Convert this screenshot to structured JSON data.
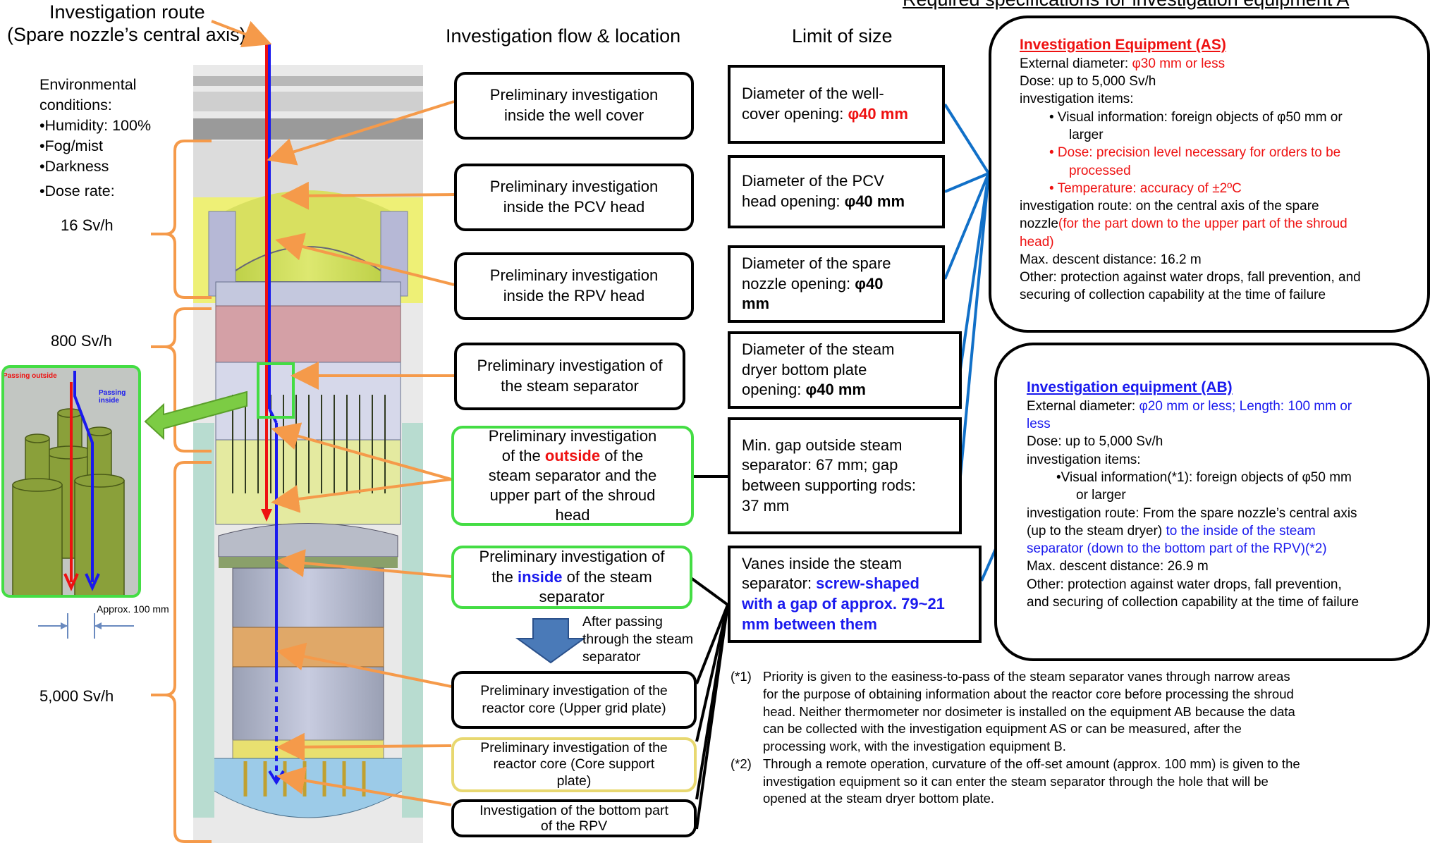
{
  "header": {
    "route_title": "Investigation route",
    "route_subtitle": "(Spare nozzle’s central axis)",
    "flow_title": "Investigation flow & location",
    "limit_title": "Limit of size",
    "spec_title": "Required specifications for investigation equipment A"
  },
  "environment": {
    "heading1": "Environmental",
    "heading2": "conditions:",
    "items": [
      "•Humidity: 100%",
      "•Fog/mist",
      "•Darkness",
      "•Dose rate:"
    ],
    "dose_levels": [
      "16 Sv/h",
      "800 Sv/h",
      "5,000 Sv/h"
    ]
  },
  "inset": {
    "passing_outside": "Passing outside",
    "passing_inside": "Passing inside",
    "approx": "Approx. 100 mm"
  },
  "flow": {
    "step1": [
      "Preliminary investigation",
      "inside the well cover"
    ],
    "step2": [
      "Preliminary investigation",
      "inside the PCV head"
    ],
    "step3": [
      "Preliminary investigation",
      "inside the RPV head"
    ],
    "step4": [
      "Preliminary investigation of",
      "the steam separator"
    ],
    "step5": {
      "pre": "Preliminary investigation",
      "of_the": "of the ",
      "kw": "outside",
      "post": " of the",
      "rest": [
        "steam separator and the",
        "upper part of the shroud",
        "head"
      ]
    },
    "step6": {
      "line1": "Preliminary investigation of",
      "the": "the ",
      "kw": "inside",
      "post": " of the steam",
      "line3": "separator"
    },
    "after": [
      "After passing",
      "through the steam",
      "separator"
    ],
    "step7": [
      "Preliminary investigation of the",
      "reactor core (Upper grid plate)"
    ],
    "step8": [
      "Preliminary investigation of the",
      "reactor core (Core support",
      "plate)"
    ],
    "step9": [
      "Investigation of the bottom part",
      "of the RPV"
    ]
  },
  "limits": {
    "l1": {
      "text": [
        "Diameter of the well-",
        "cover opening: "
      ],
      "value": "φ40 mm"
    },
    "l2": {
      "text": [
        "Diameter of the PCV",
        "head opening: "
      ],
      "value": "φ40 mm"
    },
    "l3": {
      "text": [
        "Diameter of the spare",
        "nozzle opening: "
      ],
      "value": "φ40",
      "value2": "mm"
    },
    "l4": {
      "text": [
        "Diameter of the steam",
        "dryer bottom plate",
        "opening: "
      ],
      "value": "φ40 mm"
    },
    "l5": {
      "text": [
        "Min. gap outside steam",
        "separator: 67 mm; gap",
        "between supporting rods:",
        "37 mm"
      ]
    },
    "l6": {
      "text": [
        "Vanes inside the steam",
        "separator: "
      ],
      "value": [
        "screw-shaped",
        "with a gap of approx. 79~21",
        "mm between them"
      ]
    }
  },
  "spec_as": {
    "title": "Investigation Equipment (AS)",
    "ext_label": "External diameter: ",
    "ext_value": "φ30 mm or less",
    "dose": "Dose: up to 5,000 Sv/h",
    "items_label": "investigation items:",
    "item1": [
      "• Visual information: foreign objects of φ50 mm or",
      "larger"
    ],
    "item2": [
      "• Dose: precision level necessary for orders to be",
      "processed"
    ],
    "item3": "• Temperature: accuracy of ±2ºC",
    "route_label": "investigation route: on the central axis of the spare",
    "route_label2": "nozzle",
    "route_red": [
      "(for the part down to the upper part of the shroud",
      "head)"
    ],
    "descent": "Max. descent distance: 16.2 m",
    "other": [
      "Other: protection against water drops, fall prevention, and",
      "securing of collection capability at the time of failure"
    ]
  },
  "spec_ab": {
    "title": "Investigation equipment (AB)",
    "ext_label": "External diameter: ",
    "ext_value": [
      "φ20 mm or less; Length: 100 mm or",
      "less"
    ],
    "dose": "Dose: up to 5,000 Sv/h",
    "items_label": "investigation items:",
    "item1": [
      "•Visual information(*1): foreign objects of φ50 mm",
      "or larger"
    ],
    "route_label": "investigation route: From the spare nozzle’s central axis",
    "route_mixed_black": "(up to the steam dryer) ",
    "route_mixed_blue": "to the inside of the steam",
    "route_blue": "separator (down to the bottom part of the RPV)(*2)",
    "descent": "Max. descent distance: 26.9 m",
    "other": [
      "Other: protection against water drops, fall prevention,",
      "and securing of collection capability at the time of failure"
    ]
  },
  "notes": [
    {
      "key": "(*1)",
      "lines": [
        "Priority is given to the easiness-to-pass of the steam separator vanes through narrow areas",
        "for the purpose of obtaining information about the reactor core before processing the shroud",
        "head. Neither thermometer nor dosimeter is installed on the equipment AB because the data",
        "can be collected with the investigation equipment AS or can be measured, after the",
        "processing work, with the investigation equipment B."
      ]
    },
    {
      "key": "(*2)",
      "lines": [
        "Through a remote operation, curvature of the off-set amount (approx. 100 mm) is given to the",
        "investigation equipment so it can enter the steam separator through the hole that will be",
        "opened at the steam dryer bottom plate."
      ]
    }
  ],
  "colors": {
    "orange": "#f59a4a",
    "red": "#ee1111",
    "blue": "#1a1aee",
    "green": "#44dd44",
    "connector_blue": "#1170c8"
  }
}
